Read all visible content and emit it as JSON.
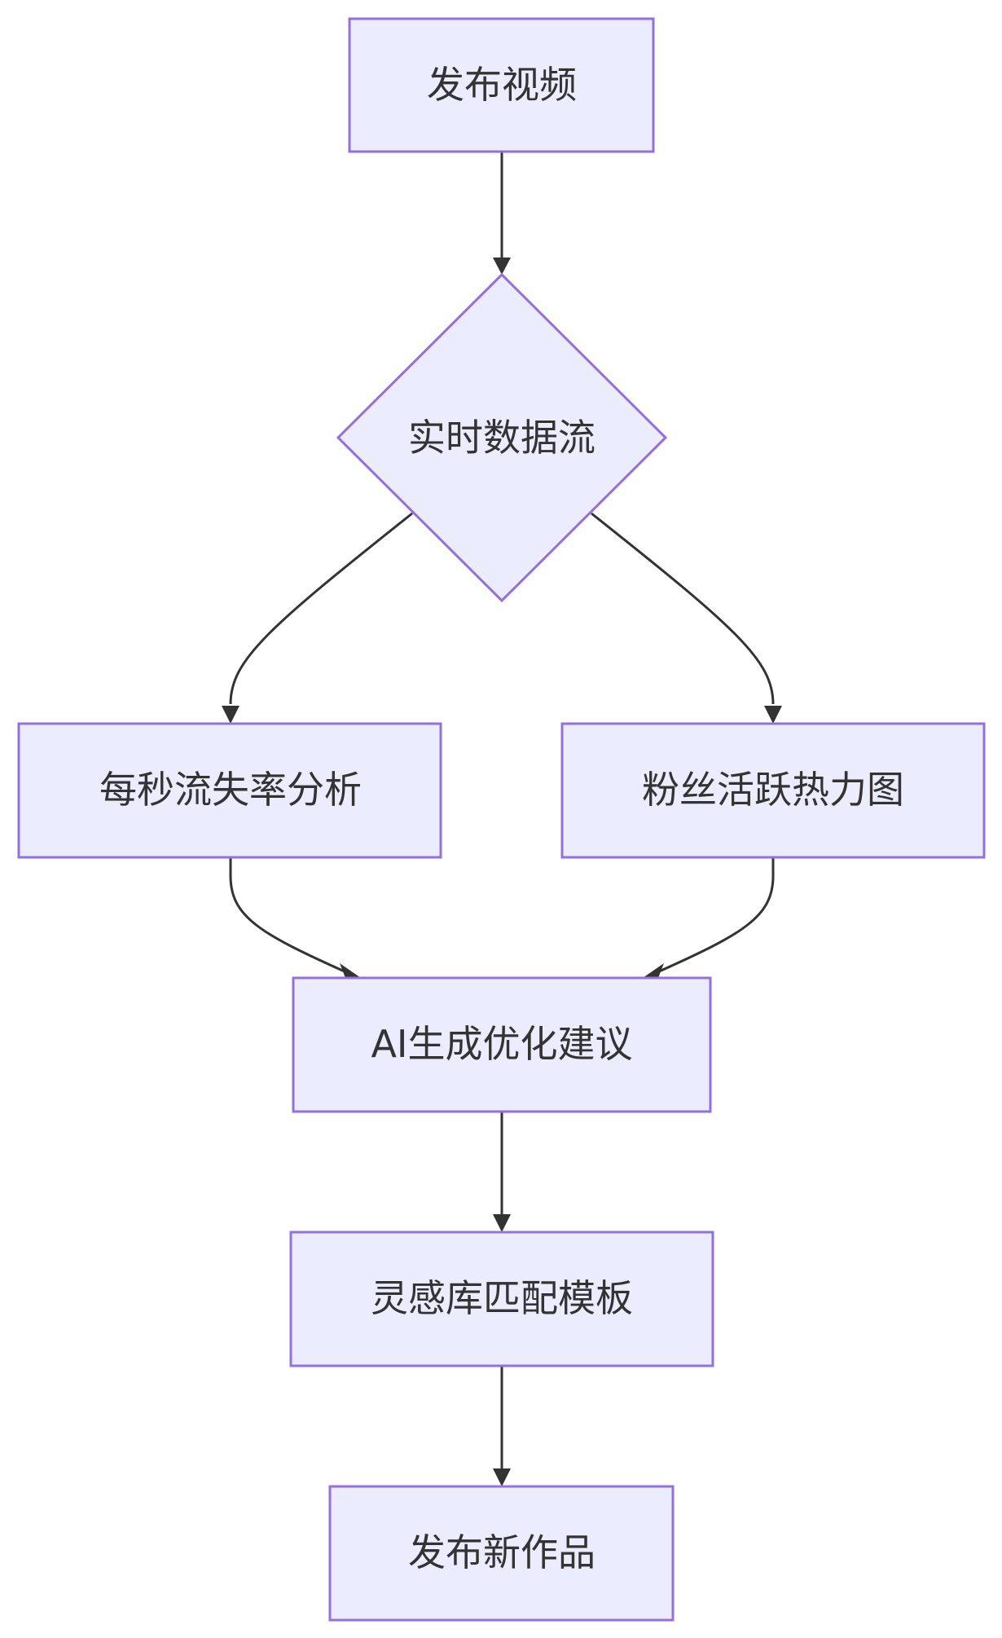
{
  "nodes": {
    "publish_video": "发布视频",
    "realtime_data_stream": "实时数据流",
    "per_second_churn_analysis": "每秒流失率分析",
    "fan_activity_heatmap": "粉丝活跃热力图",
    "ai_optimization_advice": "AI生成优化建议",
    "inspiration_template_match": "灵感库匹配模板",
    "publish_new_work": "发布新作品"
  },
  "colors": {
    "node_fill": "#ECECFF",
    "node_stroke": "#9370DB",
    "edge": "#333333",
    "text": "#333333"
  }
}
